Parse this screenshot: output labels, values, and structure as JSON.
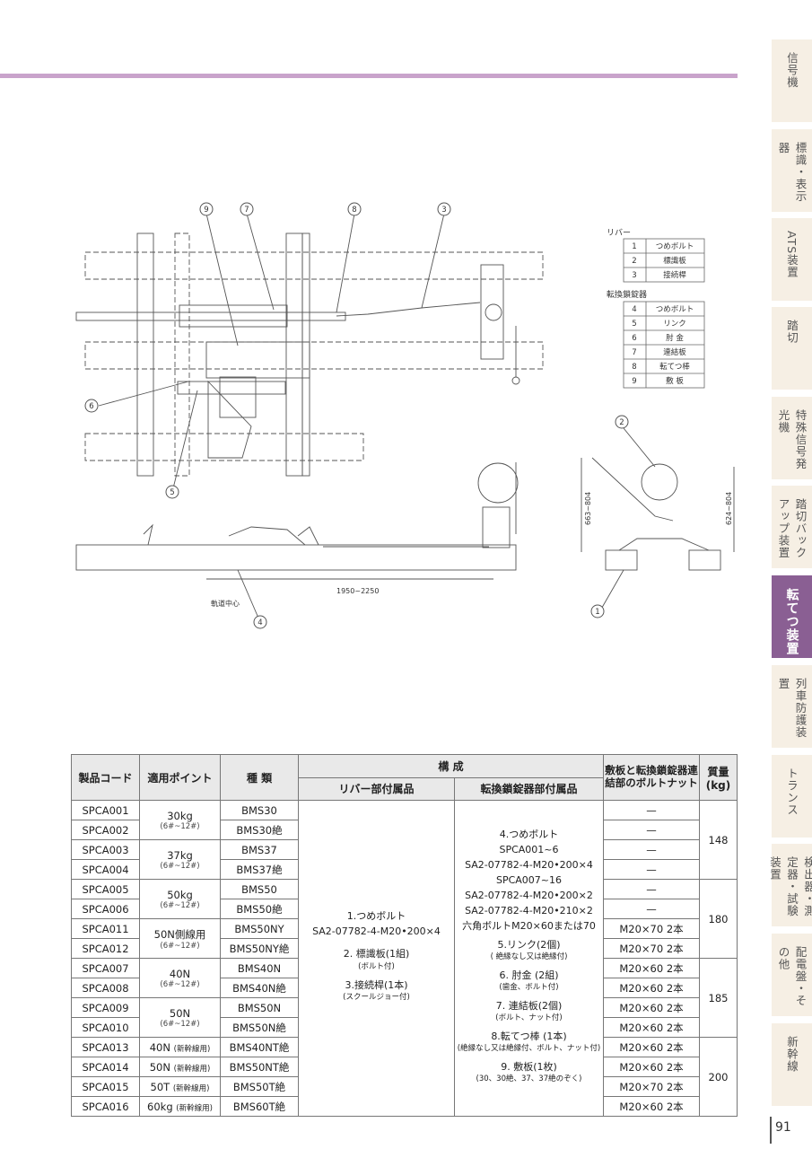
{
  "tabs": [
    {
      "label": "信号機"
    },
    {
      "label": "標識・表示器"
    },
    {
      "label": "ATS装置"
    },
    {
      "label": "踏切"
    },
    {
      "label": "特殊信号発光機"
    },
    {
      "label": "踏切バックアップ装置"
    },
    {
      "label": "転てつ装置"
    },
    {
      "label": "列車防護装置"
    },
    {
      "label": "トランス"
    },
    {
      "label": "検出器・測定器・試験装置"
    },
    {
      "label": "配電盤・その他"
    },
    {
      "label": "新幹線"
    }
  ],
  "page_number": "91",
  "drawing": {
    "callouts": [
      "9",
      "7",
      "8",
      "3",
      "2",
      "6",
      "5",
      "1",
      "4"
    ],
    "dimension_span": "1950~2250",
    "dimension_left": "663~804",
    "dimension_right": "624~804",
    "track_center_label": "軌道中心",
    "legend": {
      "group1_title": "リバー",
      "group1": [
        {
          "no": "1",
          "name": "つめボルト"
        },
        {
          "no": "2",
          "name": "標識板"
        },
        {
          "no": "3",
          "name": "接続桿"
        }
      ],
      "group2_title": "転換鎖錠器",
      "group2": [
        {
          "no": "4",
          "name": "つめボルト"
        },
        {
          "no": "5",
          "name": "リンク"
        },
        {
          "no": "6",
          "name": "肘 金"
        },
        {
          "no": "7",
          "name": "連結板"
        },
        {
          "no": "8",
          "name": "転てつ棒"
        },
        {
          "no": "9",
          "name": "敷 板"
        }
      ]
    }
  },
  "table": {
    "headers": {
      "code": "製品コード",
      "point": "適用ポイント",
      "type": "種 類",
      "composition": "構 成",
      "lever": "リバー部付属品",
      "lock": "転換鎖錠器部付属品",
      "nut": "敷板と転換鎖錠器連結部のボルトナット",
      "mass": "質量(kg)"
    },
    "lever_text": {
      "l1": "1.つめボルト",
      "l2": "SA2-07782-4-M20•200×4",
      "l3": "2. 標識板(1組)",
      "l3s": "(ボルト付)",
      "l4": "3.接続桿(1本)",
      "l4s": "(スクールジョー付)"
    },
    "lock_text": {
      "k1": "4.つめボルト",
      "k2": "SPCA001~6",
      "k3": "SA2-07782-4-M20•200×4",
      "k4": "SPCA007~16",
      "k5": "SA2-07782-4-M20•200×2",
      "k6": "SA2-07782-4-M20•210×2",
      "k7": "六角ボルトM20×60または70",
      "k8": "5.リンク(2個)",
      "k8s": "( 絶縁なし又は絶縁付)",
      "k9": "6. 肘金 (2組)",
      "k9s": "(歯金、ボルト付)",
      "k10": "7. 連結板(2個)",
      "k10s": "(ボルト、ナット付)",
      "k11": "8.転てつ棒 (1本)",
      "k11s": "(絶縁なし又は絶縁付、ボルト、ナット付)",
      "k12": "9. 敷板(1枚)",
      "k12s": "(30、30絶、37、37絶のぞく)"
    },
    "rows": [
      {
        "code": "SPCA001",
        "type": "BMS30",
        "nut": "—"
      },
      {
        "code": "SPCA002",
        "type": "BMS30絶",
        "nut": "—"
      },
      {
        "code": "SPCA003",
        "type": "BMS37",
        "nut": "—"
      },
      {
        "code": "SPCA004",
        "type": "BMS37絶",
        "nut": "—"
      },
      {
        "code": "SPCA005",
        "type": "BMS50",
        "nut": "—"
      },
      {
        "code": "SPCA006",
        "type": "BMS50絶",
        "nut": "—"
      },
      {
        "code": "SPCA011",
        "type": "BMS50NY",
        "nut": "M20×70 2本"
      },
      {
        "code": "SPCA012",
        "type": "BMS50NY絶",
        "nut": "M20×70 2本"
      },
      {
        "code": "SPCA007",
        "type": "BMS40N",
        "nut": "M20×60 2本"
      },
      {
        "code": "SPCA008",
        "type": "BMS40N絶",
        "nut": "M20×60 2本"
      },
      {
        "code": "SPCA009",
        "type": "BMS50N",
        "nut": "M20×60 2本"
      },
      {
        "code": "SPCA010",
        "type": "BMS50N絶",
        "nut": "M20×60 2本"
      },
      {
        "code": "SPCA013",
        "type": "BMS40NT絶",
        "nut": "M20×60 2本"
      },
      {
        "code": "SPCA014",
        "type": "BMS50NT絶",
        "nut": "M20×60 2本"
      },
      {
        "code": "SPCA015",
        "type": "BMS50T絶",
        "nut": "M20×70 2本"
      },
      {
        "code": "SPCA016",
        "type": "BMS60T絶",
        "nut": "M20×60 2本"
      }
    ],
    "points": [
      {
        "main": "30kg",
        "sub": "(6#~12#)"
      },
      {
        "main": "37kg",
        "sub": "(6#~12#)"
      },
      {
        "main": "50kg",
        "sub": "(6#~12#)"
      },
      {
        "main": "50N側線用",
        "sub": "(6#~12#)"
      },
      {
        "main": "40N",
        "sub": "(6#~12#)"
      },
      {
        "main": "50N",
        "sub": "(6#~12#)"
      },
      {
        "main": "40N",
        "sub": "(新幹線用)"
      },
      {
        "main": "50N",
        "sub": "(新幹線用)"
      },
      {
        "main": "50T",
        "sub": "(新幹線用)"
      },
      {
        "main": "60kg",
        "sub": "(新幹線用)"
      }
    ],
    "masses": [
      "148",
      "180",
      "185",
      "200"
    ]
  }
}
